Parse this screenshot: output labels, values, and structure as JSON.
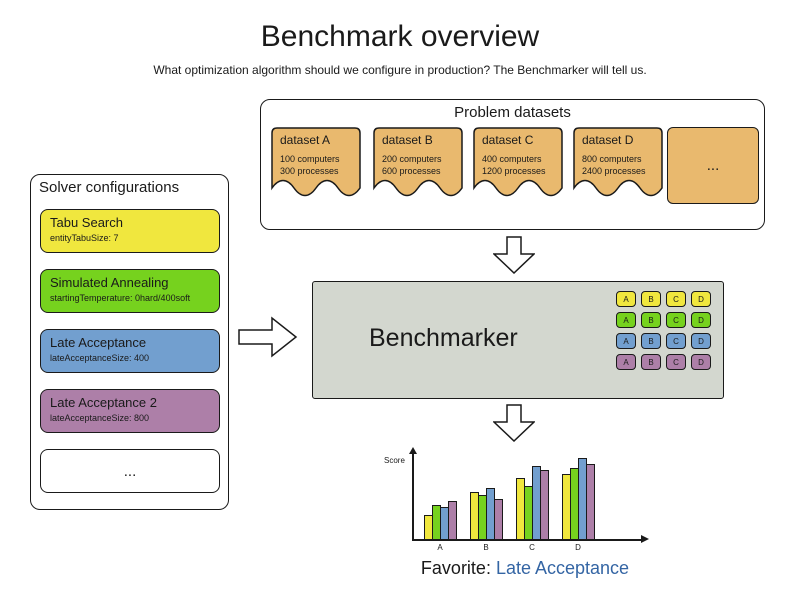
{
  "page": {
    "title": "Benchmark overview",
    "subtitle": "What optimization algorithm should we configure in production? The Benchmarker will tell us."
  },
  "solver": {
    "title": "Solver configurations",
    "items": [
      {
        "name": "Tabu Search",
        "detail": "entityTabuSize: 7",
        "color": "#f0e73e"
      },
      {
        "name": "Simulated Annealing",
        "detail": "startingTemperature: 0hard/400soft",
        "color": "#76d21e"
      },
      {
        "name": "Late Acceptance",
        "detail": "lateAcceptanceSize: 400",
        "color": "#729fcf"
      },
      {
        "name": "Late Acceptance 2",
        "detail": "lateAcceptanceSize: 800",
        "color": "#ad7fa8"
      },
      {
        "name": "...",
        "detail": "",
        "color": "#ffffff"
      }
    ]
  },
  "datasets": {
    "title": "Problem datasets",
    "card_color": "#e9b96e",
    "items": [
      {
        "title": "dataset A",
        "line1": "100 computers",
        "line2": "300 processes"
      },
      {
        "title": "dataset B",
        "line1": "200 computers",
        "line2": "600 processes"
      },
      {
        "title": "dataset C",
        "line1": "400 computers",
        "line2": "1200 processes"
      },
      {
        "title": "dataset D",
        "line1": "800 computers",
        "line2": "2400 processes"
      },
      {
        "title": "...",
        "line1": "",
        "line2": ""
      }
    ]
  },
  "benchmarker": {
    "label": "Benchmarker",
    "box_color": "#d3d7cf",
    "grid": {
      "columns": [
        "A",
        "B",
        "C",
        "D"
      ],
      "row_colors": [
        "#f0e73e",
        "#76d21e",
        "#729fcf",
        "#ad7fa8"
      ]
    }
  },
  "chart_data": {
    "type": "bar",
    "categories": [
      "A",
      "B",
      "C",
      "D"
    ],
    "series": [
      {
        "name": "Tabu Search",
        "color": "#f0e73e",
        "values": [
          24,
          46,
          60,
          64
        ]
      },
      {
        "name": "Simulated Annealing",
        "color": "#76d21e",
        "values": [
          34,
          44,
          52,
          70
        ]
      },
      {
        "name": "Late Acceptance",
        "color": "#729fcf",
        "values": [
          32,
          50,
          72,
          80
        ]
      },
      {
        "name": "Late Acceptance 2",
        "color": "#ad7fa8",
        "values": [
          38,
          40,
          68,
          74
        ]
      }
    ],
    "title": "",
    "xlabel": "",
    "ylabel": "Score",
    "ylim": [
      0,
      90
    ],
    "grid": false,
    "legend": "none"
  },
  "favorite": {
    "prefix": "Favorite: ",
    "value": "Late Acceptance",
    "value_color": "#3465a4"
  }
}
